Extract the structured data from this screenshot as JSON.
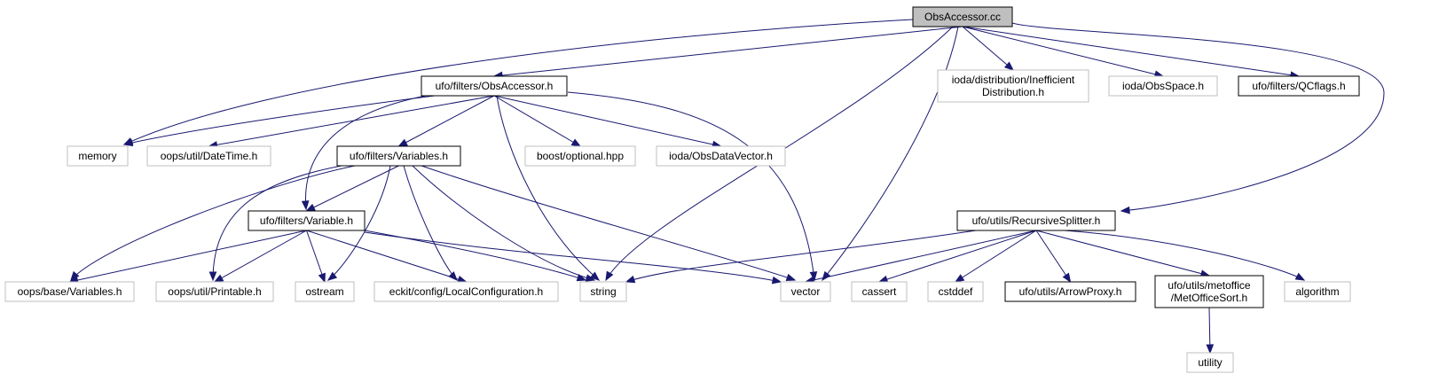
{
  "diagram": {
    "type": "include-dependency-graph",
    "edge_color": "#191970",
    "root_fill": "#bfbfbf",
    "documented_border": "#000000",
    "external_border": "#bfbfbf",
    "nodes": [
      {
        "id": "obsaccessor_cc",
        "label": "ObsAccessor.cc",
        "kind": "root"
      },
      {
        "id": "obsaccessor_h",
        "label": "ufo/filters/ObsAccessor.h",
        "kind": "documented"
      },
      {
        "id": "inefficient",
        "label": "ioda/distribution/Inefficient\nDistribution.h",
        "kind": "external"
      },
      {
        "id": "obsspace",
        "label": "ioda/ObsSpace.h",
        "kind": "external"
      },
      {
        "id": "qcflags",
        "label": "ufo/filters/QCflags.h",
        "kind": "documented"
      },
      {
        "id": "memory",
        "label": "memory",
        "kind": "external"
      },
      {
        "id": "datetime",
        "label": "oops/util/DateTime.h",
        "kind": "external"
      },
      {
        "id": "variables_h",
        "label": "ufo/filters/Variables.h",
        "kind": "documented"
      },
      {
        "id": "boost_optional",
        "label": "boost/optional.hpp",
        "kind": "external"
      },
      {
        "id": "obsdatavector",
        "label": "ioda/ObsDataVector.h",
        "kind": "external"
      },
      {
        "id": "variable_h",
        "label": "ufo/filters/Variable.h",
        "kind": "documented"
      },
      {
        "id": "recursive",
        "label": "ufo/utils/RecursiveSplitter.h",
        "kind": "documented"
      },
      {
        "id": "oops_variables",
        "label": "oops/base/Variables.h",
        "kind": "external"
      },
      {
        "id": "printable",
        "label": "oops/util/Printable.h",
        "kind": "external"
      },
      {
        "id": "ostream",
        "label": "ostream",
        "kind": "external"
      },
      {
        "id": "localconfig",
        "label": "eckit/config/LocalConfiguration.h",
        "kind": "external"
      },
      {
        "id": "string",
        "label": "string",
        "kind": "external"
      },
      {
        "id": "vector",
        "label": "vector",
        "kind": "external"
      },
      {
        "id": "cassert",
        "label": "cassert",
        "kind": "external"
      },
      {
        "id": "cstddef",
        "label": "cstddef",
        "kind": "external"
      },
      {
        "id": "arrowproxy",
        "label": "ufo/utils/ArrowProxy.h",
        "kind": "documented"
      },
      {
        "id": "metofficesort",
        "label": "ufo/utils/metoffice\n/MetOfficeSort.h",
        "kind": "documented"
      },
      {
        "id": "algorithm",
        "label": "algorithm",
        "kind": "external"
      },
      {
        "id": "utility",
        "label": "utility",
        "kind": "external"
      }
    ],
    "edges": [
      [
        "obsaccessor_cc",
        "obsaccessor_h"
      ],
      [
        "obsaccessor_cc",
        "memory"
      ],
      [
        "obsaccessor_cc",
        "string"
      ],
      [
        "obsaccessor_cc",
        "vector"
      ],
      [
        "obsaccessor_cc",
        "inefficient"
      ],
      [
        "obsaccessor_cc",
        "obsspace"
      ],
      [
        "obsaccessor_cc",
        "qcflags"
      ],
      [
        "obsaccessor_cc",
        "recursive"
      ],
      [
        "obsaccessor_h",
        "memory"
      ],
      [
        "obsaccessor_h",
        "datetime"
      ],
      [
        "obsaccessor_h",
        "variables_h"
      ],
      [
        "obsaccessor_h",
        "boost_optional"
      ],
      [
        "obsaccessor_h",
        "obsdatavector"
      ],
      [
        "obsaccessor_h",
        "variable_h"
      ],
      [
        "obsaccessor_h",
        "string"
      ],
      [
        "obsaccessor_h",
        "vector"
      ],
      [
        "variables_h",
        "variable_h"
      ],
      [
        "variables_h",
        "oops_variables"
      ],
      [
        "variables_h",
        "printable"
      ],
      [
        "variables_h",
        "ostream"
      ],
      [
        "variables_h",
        "localconfig"
      ],
      [
        "variables_h",
        "string"
      ],
      [
        "variables_h",
        "vector"
      ],
      [
        "variable_h",
        "oops_variables"
      ],
      [
        "variable_h",
        "printable"
      ],
      [
        "variable_h",
        "ostream"
      ],
      [
        "variable_h",
        "localconfig"
      ],
      [
        "variable_h",
        "string"
      ],
      [
        "variable_h",
        "vector"
      ],
      [
        "recursive",
        "string"
      ],
      [
        "recursive",
        "vector"
      ],
      [
        "recursive",
        "cassert"
      ],
      [
        "recursive",
        "cstddef"
      ],
      [
        "recursive",
        "arrowproxy"
      ],
      [
        "recursive",
        "metofficesort"
      ],
      [
        "recursive",
        "algorithm"
      ],
      [
        "metofficesort",
        "utility"
      ]
    ]
  }
}
